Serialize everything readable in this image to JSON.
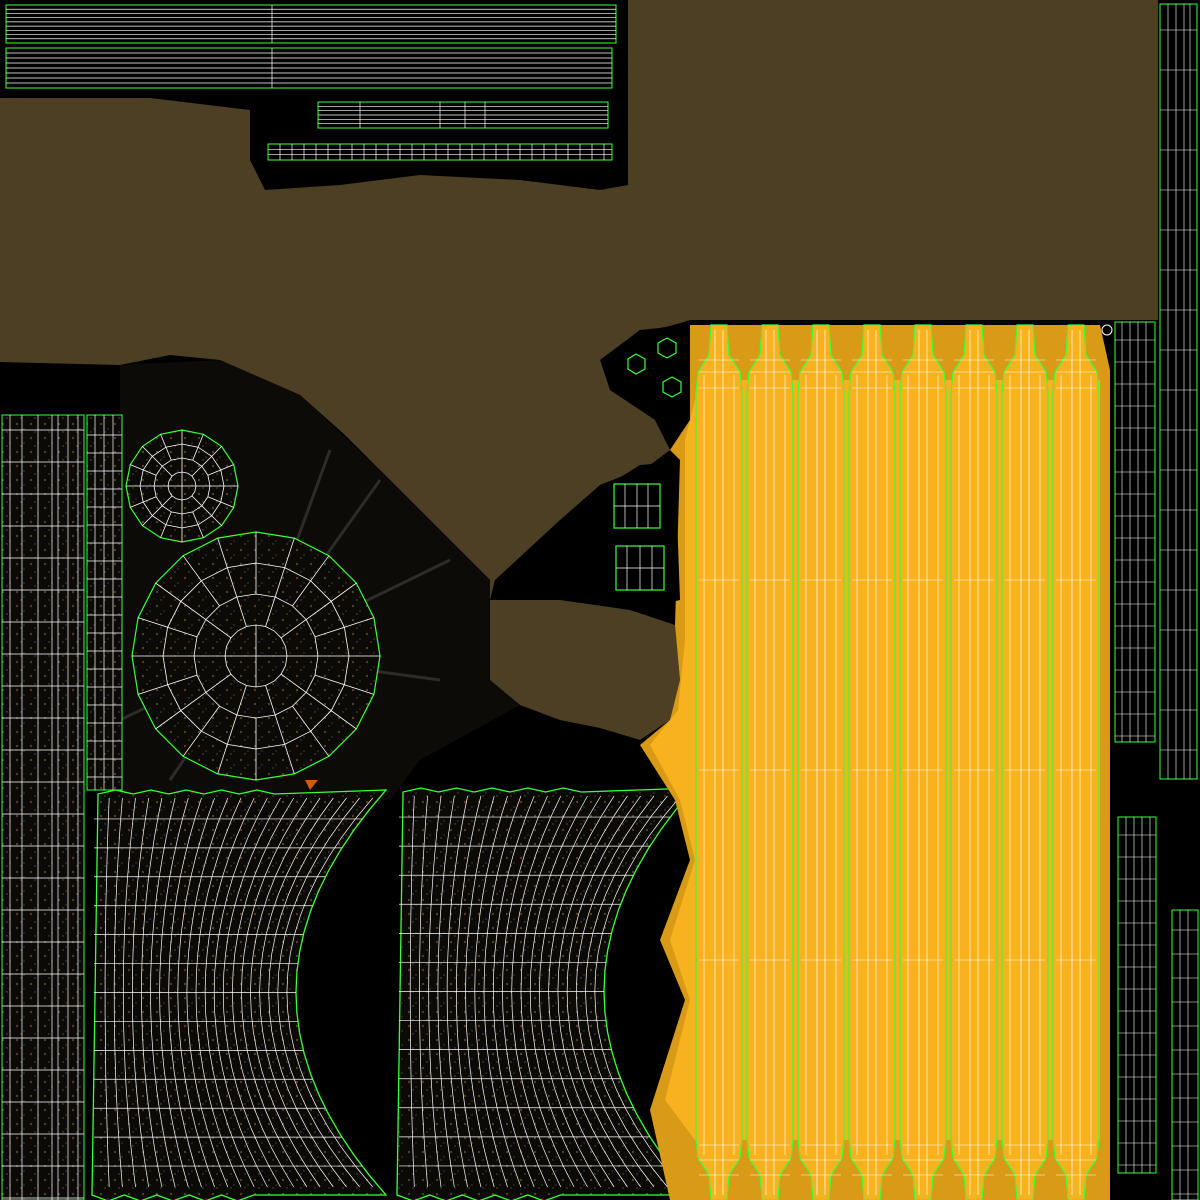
{
  "uv_layout": {
    "colors": {
      "background": "#000000",
      "olive_fill": "#4d3f24",
      "yellow_fill": "#f7b21e",
      "amber_bleed": "#d99a16",
      "wire_outline": "#39ff3a",
      "wire_inner": "#ffffff",
      "dark_texture": "#1a1510",
      "speckle": "#6b5330"
    },
    "islands": [
      {
        "name": "top-strip-island"
      },
      {
        "name": "olive-background-island"
      },
      {
        "name": "left-strip-island"
      },
      {
        "name": "small-disc-island"
      },
      {
        "name": "large-disc-island"
      },
      {
        "name": "curved-panel-island-left"
      },
      {
        "name": "curved-panel-island-right"
      },
      {
        "name": "yellow-tube-island"
      },
      {
        "name": "small-nut-island"
      },
      {
        "name": "small-block-island"
      },
      {
        "name": "right-strip-island"
      }
    ]
  }
}
